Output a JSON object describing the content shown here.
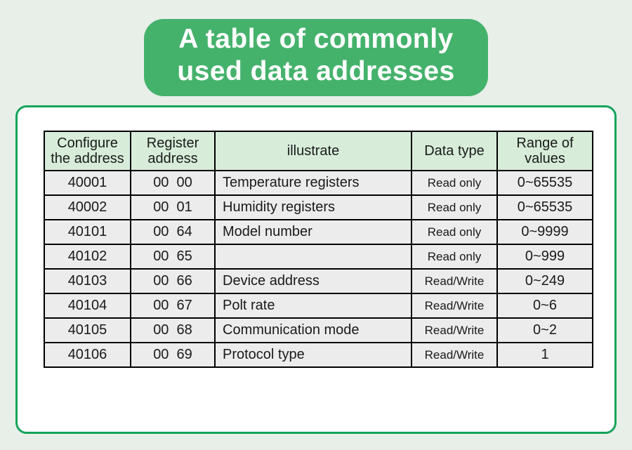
{
  "page": {
    "background_color": "#e8efe9",
    "banner_green": "#45b26c",
    "panel_border_green": "#16a35b",
    "header_cell_green": "#d7edda",
    "data_cell_gray": "#ececec"
  },
  "header": {
    "title_line1": "A table of commonly",
    "title_line2": "used data addresses"
  },
  "table": {
    "headers": [
      "Configure the address",
      "Register address",
      "illustrate",
      "Data type",
      "Range of values"
    ],
    "rows": [
      [
        "40001",
        "00  00",
        "Temperature registers",
        "Read only",
        "0~65535"
      ],
      [
        "40002",
        "00  01",
        "Humidity registers",
        "Read only",
        "0~65535"
      ],
      [
        "40101",
        "00  64",
        "Model number",
        "Read only",
        "0~9999"
      ],
      [
        "40102",
        "00  65",
        "",
        "Read only",
        "0~999"
      ],
      [
        "40103",
        "00  66",
        "Device address",
        "Read/Write",
        "0~249"
      ],
      [
        "40104",
        "00  67",
        "Polt rate",
        "Read/Write",
        "0~6"
      ],
      [
        "40105",
        "00  68",
        "Communication mode",
        "Read/Write",
        "0~2"
      ],
      [
        "40106",
        "00  69",
        "Protocol type",
        "Read/Write",
        "1"
      ]
    ]
  },
  "chart_data": {
    "type": "table",
    "title": "A table of commonly used data addresses",
    "columns": [
      "Configure the address",
      "Register address",
      "illustrate",
      "Data type",
      "Range of values"
    ],
    "rows": [
      [
        "40001",
        "00 00",
        "Temperature registers",
        "Read only",
        "0~65535"
      ],
      [
        "40002",
        "00 01",
        "Humidity registers",
        "Read only",
        "0~65535"
      ],
      [
        "40101",
        "00 64",
        "Model number",
        "Read only",
        "0~9999"
      ],
      [
        "40102",
        "00 65",
        "",
        "Read only",
        "0~999"
      ],
      [
        "40103",
        "00 66",
        "Device address",
        "Read/Write",
        "0~249"
      ],
      [
        "40104",
        "00 67",
        "Polt rate",
        "Read/Write",
        "0~6"
      ],
      [
        "40105",
        "00 68",
        "Communication mode",
        "Read/Write",
        "0~2"
      ],
      [
        "40106",
        "00 69",
        "Protocol type",
        "Read/Write",
        "1"
      ]
    ]
  }
}
